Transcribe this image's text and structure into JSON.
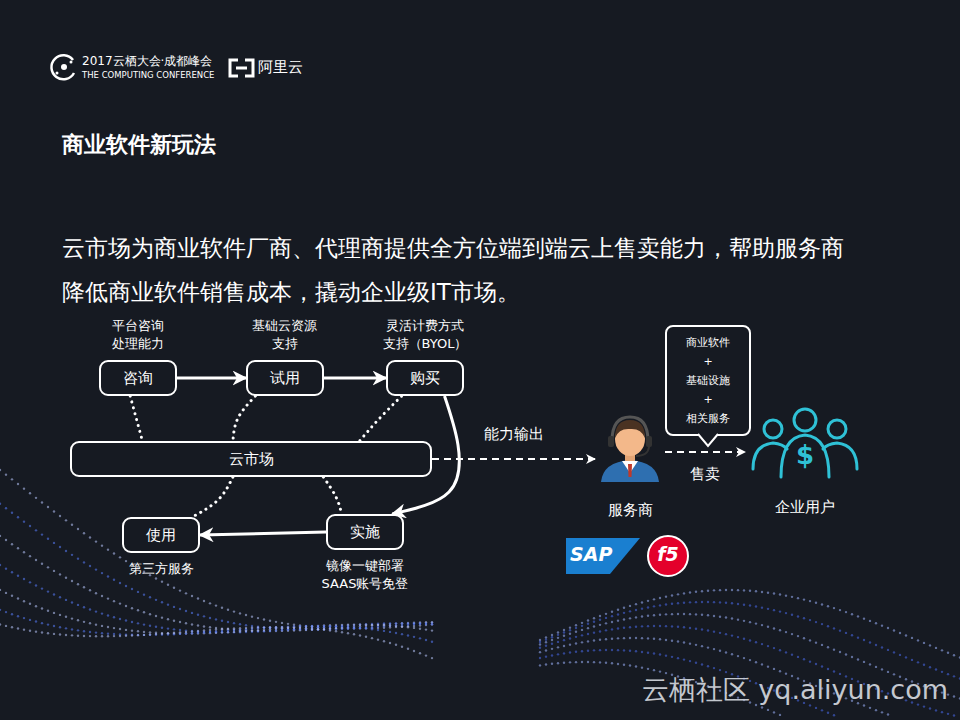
{
  "diagram": {
    "title": "商业软件新玩法",
    "nodes": [
      {
        "text": [
          "平台咨询 处理能力",
          "咨询"
        ]
      },
      {
        "text": [
          "基础云资源 支持",
          "试用"
        ]
      },
      {
        "text": [
          "灵活计费方式 支持（BYOL）",
          "购买"
        ]
      },
      {
        "text": [
          "云市场"
        ]
      },
      {
        "text": [
          "使用",
          "第三方服务"
        ]
      },
      {
        "text": [
          "实施",
          "镜像一键部署 SAAS账号免登"
        ]
      },
      {
        "text": [
          "服务商"
        ]
      },
      {
        "text": [
          "商业软件 + 基础设施 + 相关服务"
        ]
      },
      {
        "text": [
          "企业用户"
        ]
      }
    ],
    "edges": [
      {
        "from": 0,
        "to": 1,
        "arrow": "to"
      },
      {
        "from": 1,
        "to": 2,
        "arrow": "to"
      },
      {
        "from": 2,
        "to": 5,
        "arrow": "to"
      },
      {
        "from": 5,
        "to": 4,
        "arrow": "to"
      },
      {
        "from": 0,
        "to": 3,
        "arrow": "none"
      },
      {
        "from": 1,
        "to": 3,
        "arrow": "none"
      },
      {
        "from": 2,
        "to": 3,
        "arrow": "none"
      },
      {
        "from": 3,
        "to": 4,
        "arrow": "none"
      },
      {
        "from": 3,
        "to": 5,
        "arrow": "none"
      },
      {
        "from": 3,
        "to": 6,
        "label": "能力输出",
        "arrow": "to"
      },
      {
        "from": 6,
        "to": 8,
        "label": "售卖",
        "arrow": "to"
      }
    ],
    "labels": [
      "2017云栖大会·成都峰会",
      "THE COMPUTING CONFERENCE",
      "阿里云",
      "云市场为商业软件厂商、代理商提供全方位端到端云上售卖能力，帮助服务商 降低商业软件销售成本，撬动企业级IT市场。",
      "$",
      "SAP",
      "f5",
      "云栖社区 yq.aliyun.com"
    ]
  }
}
